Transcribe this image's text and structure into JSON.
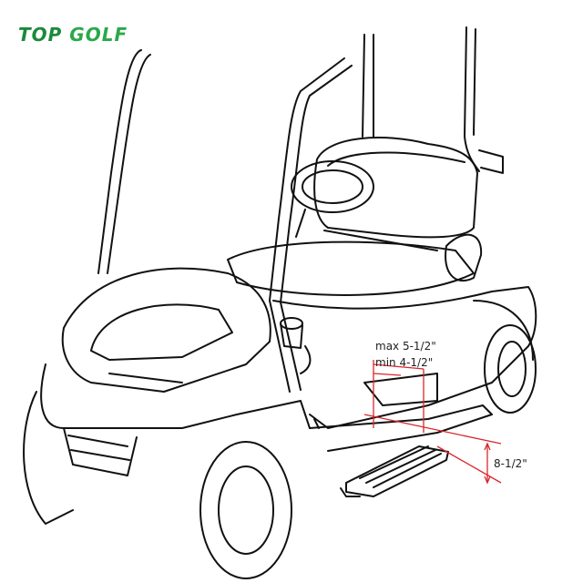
{
  "brand": {
    "logo_text_a": "TOP",
    "logo_text_b": " GOLF",
    "logo_color": "#1a8a3a"
  },
  "diagram": {
    "subject": "golf cart with side step installed",
    "dimensions": {
      "max_step_out": "max 5-1/2\"",
      "min_step_out": "min 4-1/2\"",
      "step_height": "8-1/2\""
    },
    "dimension_line_color": "#d9262b"
  }
}
